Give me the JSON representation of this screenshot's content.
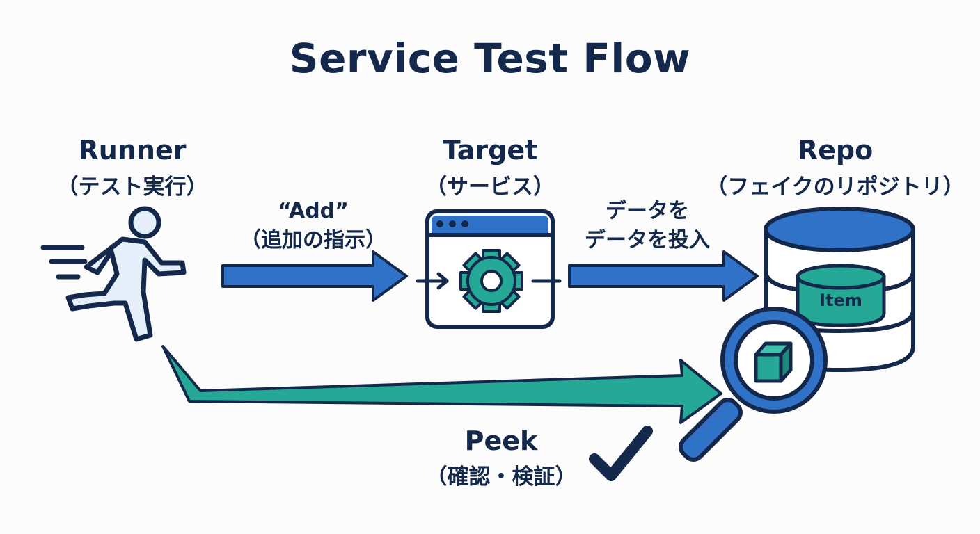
{
  "title": "Service Test Flow",
  "nodes": {
    "runner": {
      "label": "Runner",
      "sublabel": "（テスト実行）",
      "icon": "running-person-icon"
    },
    "target": {
      "label": "Target",
      "sublabel": "（サービス）",
      "icon": "gear-window-icon"
    },
    "repo": {
      "label": "Repo",
      "sublabel": "（フェイクのリポジトリ）",
      "icon": "database-icon",
      "inner_label": "Item"
    }
  },
  "edges": {
    "add": {
      "label": "“Add”",
      "sublabel": "（追加の指示）"
    },
    "insert": {
      "line1": "データを",
      "line2": "データを投入"
    },
    "peek": {
      "label": "Peek",
      "sublabel": "（確認・検証）",
      "icons": [
        "magnifier-icon",
        "check-icon"
      ]
    }
  },
  "colors": {
    "navy": "#13284a",
    "blue": "#2f72c8",
    "teal": "#26a897",
    "light_blue": "#e4effa"
  }
}
